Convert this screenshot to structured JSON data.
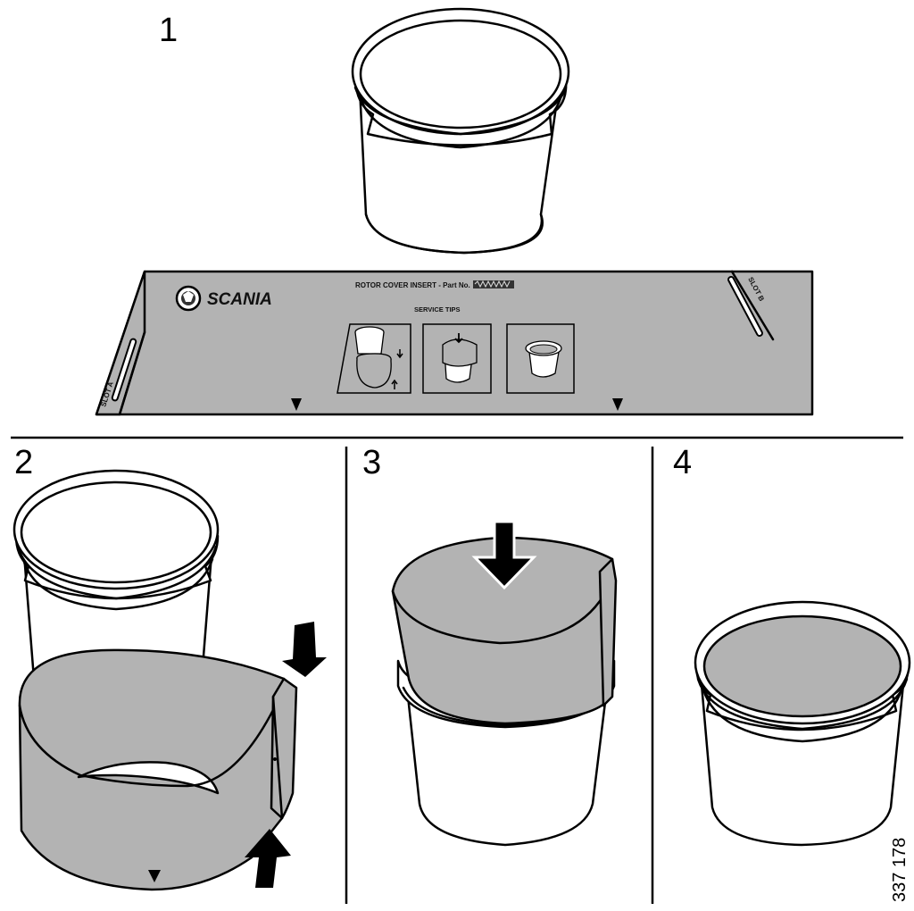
{
  "steps": [
    "1",
    "2",
    "3",
    "4"
  ],
  "insert_sheet": {
    "brand": "SCANIA",
    "title": "ROTOR COVER INSERT - Part No.",
    "subtitle": "SERVICE TIPS",
    "slot_left": "SLOT A",
    "slot_right": "SLOT B"
  },
  "reference_number": "337 178",
  "colors": {
    "insert_grey": "#b3b3b3",
    "line": "#000000",
    "background": "#ffffff"
  },
  "icons": [
    "scania-griffin-logo-icon",
    "arrow-down-icon",
    "arrow-up-icon",
    "marker-triangle-icon"
  ]
}
